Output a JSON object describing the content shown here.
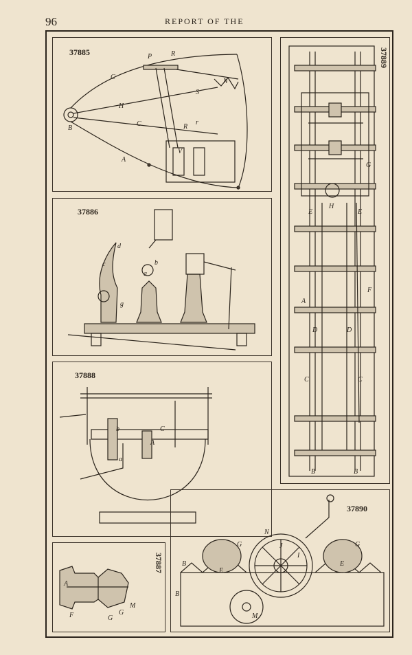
{
  "page": {
    "number": "96",
    "running_head": "REPORT OF THE"
  },
  "figures": [
    {
      "id": "37885",
      "labels": [
        "P",
        "R",
        "C",
        "H",
        "S",
        "N",
        "B",
        "C",
        "R",
        "r",
        "V",
        "A"
      ]
    },
    {
      "id": "37886",
      "labels": [
        "d",
        "c",
        "b",
        "a",
        "g"
      ]
    },
    {
      "id": "37888",
      "labels": [
        "b",
        "C",
        "A",
        "a"
      ]
    },
    {
      "id": "37887",
      "labels": [
        "A",
        "M",
        "F",
        "G",
        "G"
      ]
    },
    {
      "id": "37889",
      "labels": [
        "G",
        "H",
        "E",
        "E",
        "A",
        "D",
        "D",
        "F",
        "C",
        "C",
        "B",
        "B"
      ]
    },
    {
      "id": "37890",
      "labels": [
        "N",
        "J",
        "I",
        "G",
        "G",
        "B",
        "B",
        "E",
        "E",
        "M"
      ]
    }
  ]
}
